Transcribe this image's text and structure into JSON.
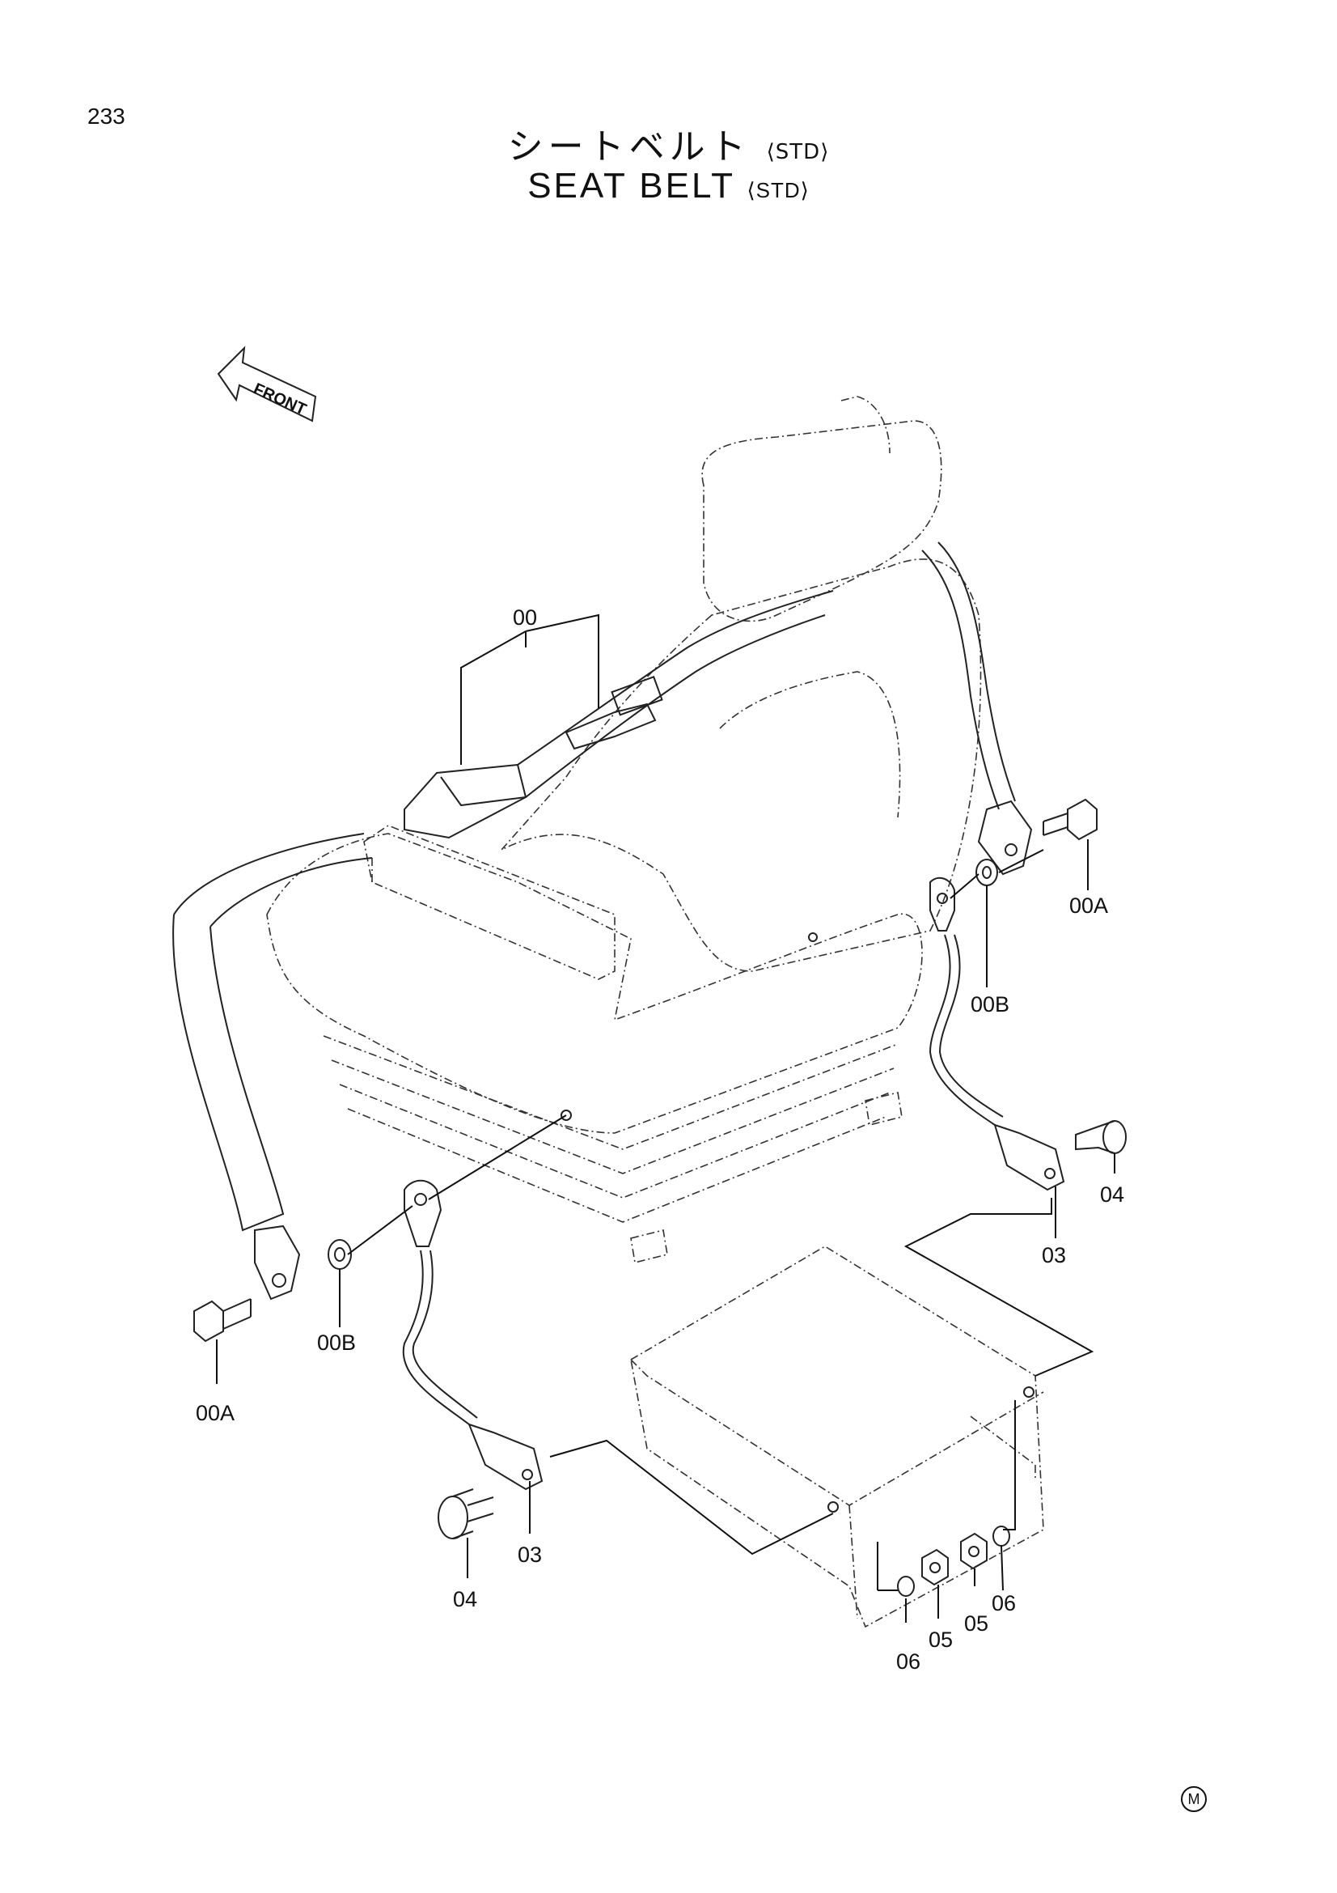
{
  "page_number": "233",
  "title": {
    "japanese": "シートベルト",
    "english": "SEAT BELT",
    "variant": "⟨STD⟩"
  },
  "direction_arrow": "FRONT",
  "callouts": {
    "assembly": "00",
    "bolt_left": "00A",
    "bolt_right": "00A",
    "washer_left": "00B",
    "washer_right": "00B",
    "ground_cable_left": "03",
    "ground_cable_right": "03",
    "screw_left": "04",
    "screw_right": "04",
    "nut_left": "05",
    "nut_right": "05",
    "lock_washer_left": "06",
    "lock_washer_right": "06"
  },
  "footer_mark": "M"
}
